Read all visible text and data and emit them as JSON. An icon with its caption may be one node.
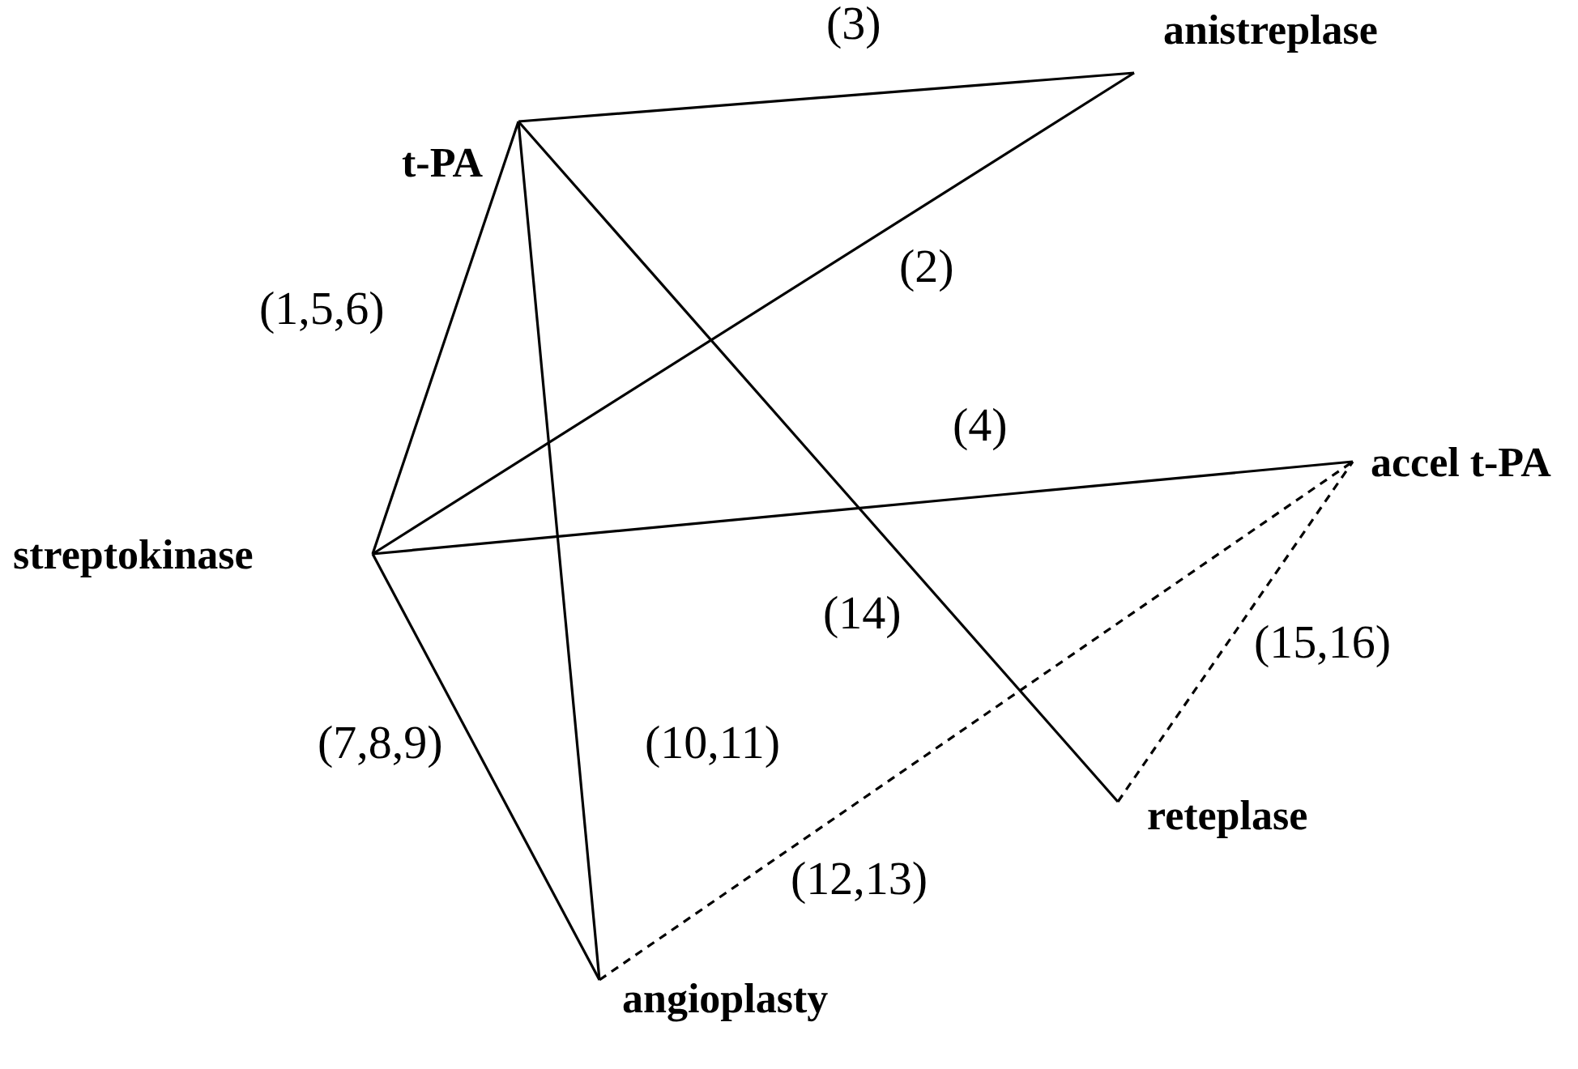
{
  "diagram": {
    "nodes": [
      {
        "text": [
          "t-PA"
        ]
      },
      {
        "text": [
          "anistreplase"
        ]
      },
      {
        "text": [
          "streptokinase"
        ]
      },
      {
        "text": [
          "accel t-PA"
        ]
      },
      {
        "text": [
          "reteplase"
        ]
      },
      {
        "text": [
          "angioplasty"
        ]
      }
    ],
    "edges": [
      {
        "from": 0,
        "to": 1,
        "arrow": "none",
        "label": "(3)"
      },
      {
        "from": 2,
        "to": 1,
        "arrow": "none",
        "label": "(2)"
      },
      {
        "from": 0,
        "to": 2,
        "arrow": "none",
        "label": "(1,5,6)"
      },
      {
        "from": 2,
        "to": 3,
        "arrow": "none",
        "label": "(4)"
      },
      {
        "from": 0,
        "to": 4,
        "arrow": "none",
        "label": "(14)"
      },
      {
        "from": 0,
        "to": 5,
        "arrow": "none",
        "label": "(10,11)"
      },
      {
        "from": 2,
        "to": 5,
        "arrow": "none",
        "label": "(7,8,9)"
      },
      {
        "from": 5,
        "to": 3,
        "arrow": "none",
        "label": "(12,13)",
        "style": "dashed"
      },
      {
        "from": 4,
        "to": 3,
        "arrow": "none",
        "label": "(15,16)",
        "style": "dashed"
      }
    ]
  }
}
